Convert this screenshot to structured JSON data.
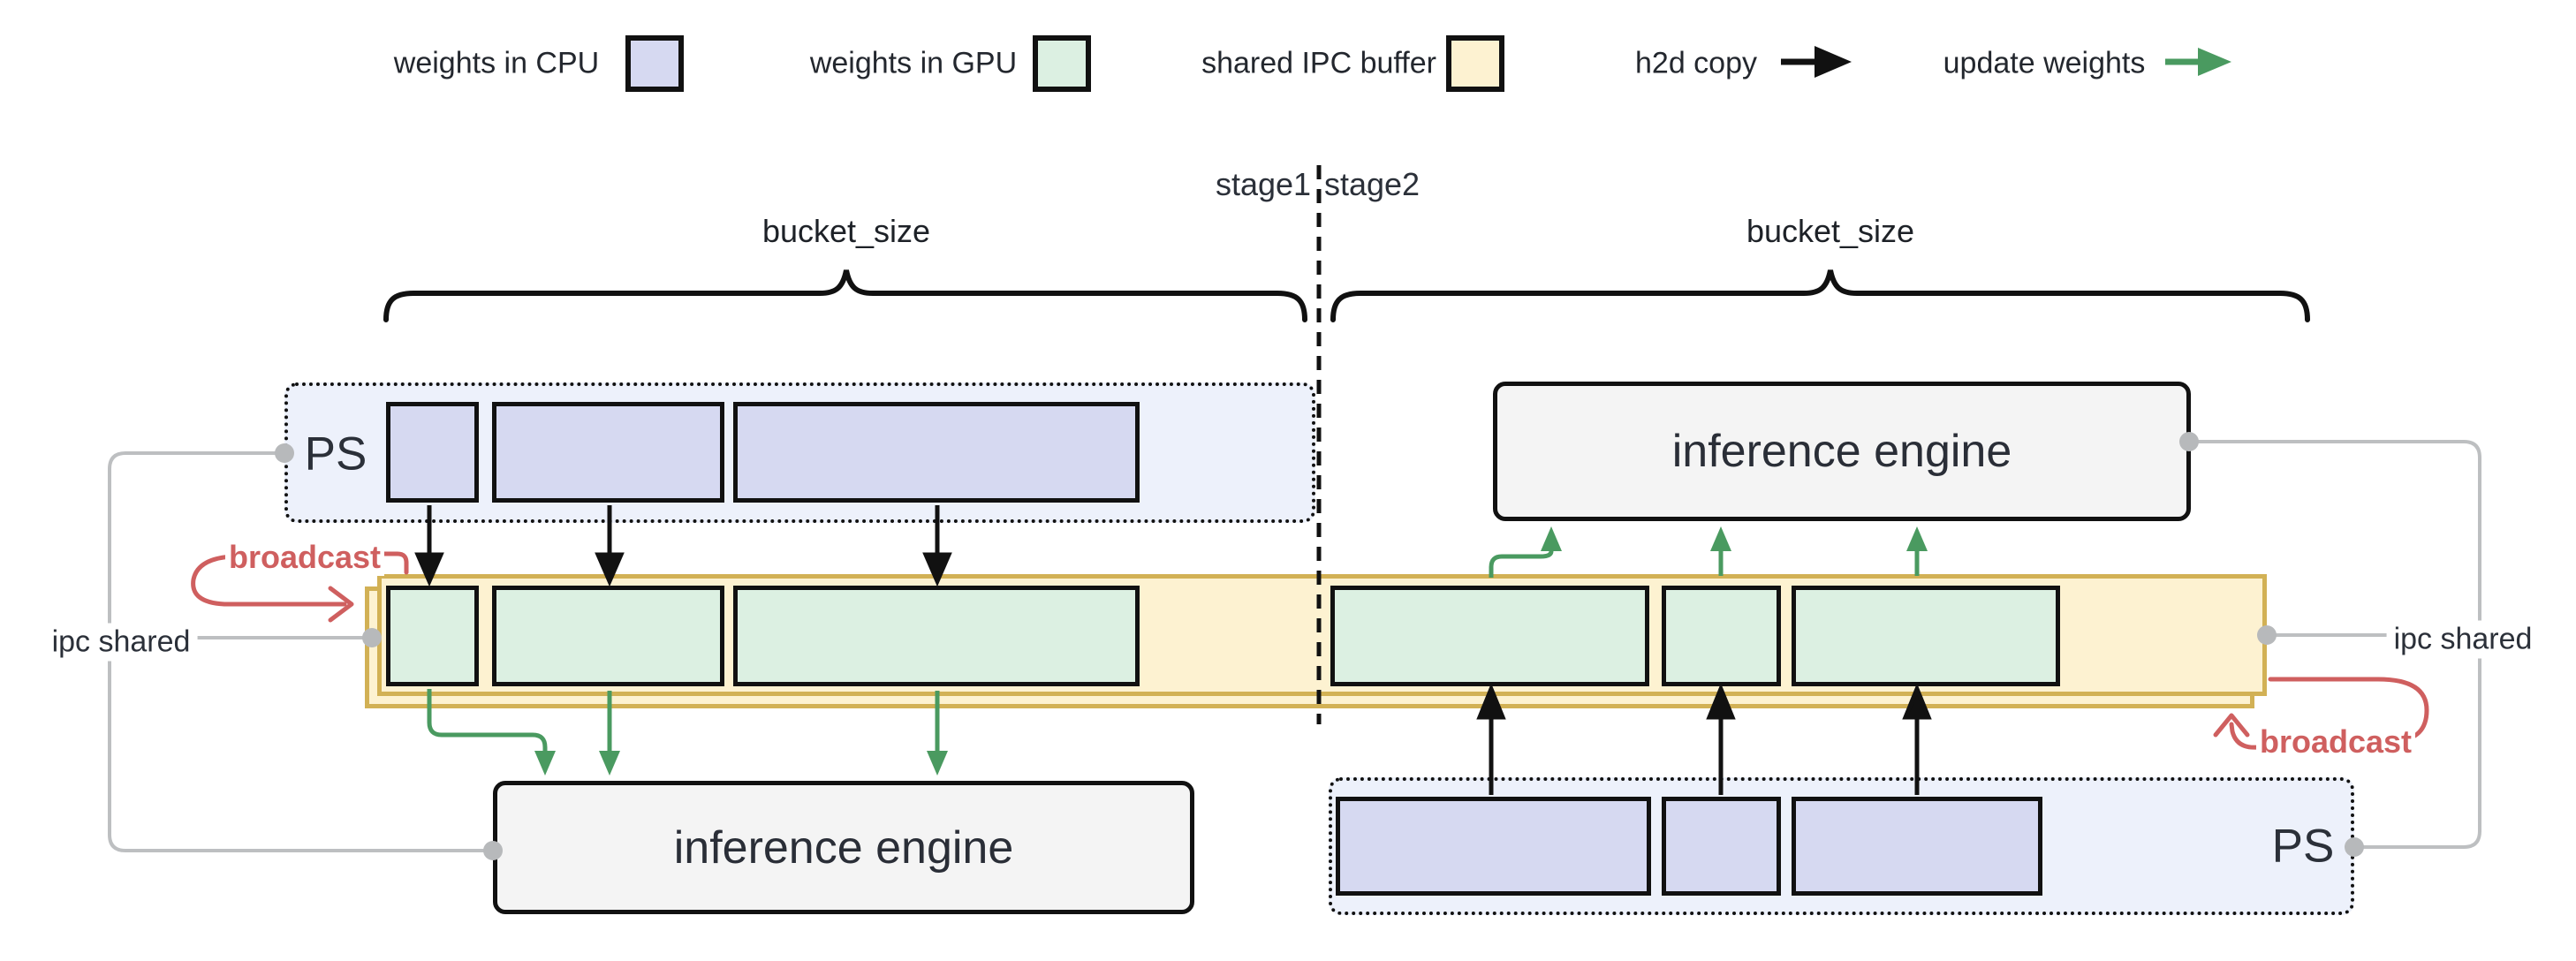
{
  "legend": {
    "items": [
      {
        "label": "weights in CPU",
        "kind": "swatch",
        "color": "#d6d9f1"
      },
      {
        "label": "weights in GPU",
        "kind": "swatch",
        "color": "#dcf0e2"
      },
      {
        "label": "shared IPC buffer",
        "kind": "swatch",
        "color": "#fdf2d1"
      },
      {
        "label": "h2d copy",
        "kind": "arrow",
        "color": "#111111"
      },
      {
        "label": "update weights",
        "kind": "arrow",
        "color": "#4a9a60"
      }
    ]
  },
  "stages": {
    "stage1": "stage1",
    "stage2": "stage2"
  },
  "brackets": {
    "left": "bucket_size",
    "right": "bucket_size"
  },
  "left": {
    "ps": "PS",
    "engine": "inference engine",
    "broadcast": "broadcast",
    "ipc": "ipc shared"
  },
  "right": {
    "ps": "PS",
    "engine": "inference engine",
    "broadcast": "broadcast",
    "ipc": "ipc shared"
  },
  "colors": {
    "cpu_weights_fill": "#d6d9f1",
    "gpu_weights_fill": "#dcf0e2",
    "ipc_buffer_fill": "#fdf2d1",
    "ipc_buffer_border": "#d2b155",
    "box_border": "#111111",
    "h2d_arrow": "#111111",
    "update_weights_arrow": "#4a9a60",
    "broadcast_annotation": "#cf5f5f",
    "connector_gray": "#bdbfc1",
    "ps_box_fill": "#edf1fb",
    "engine_fill": "#f4f4f4"
  }
}
